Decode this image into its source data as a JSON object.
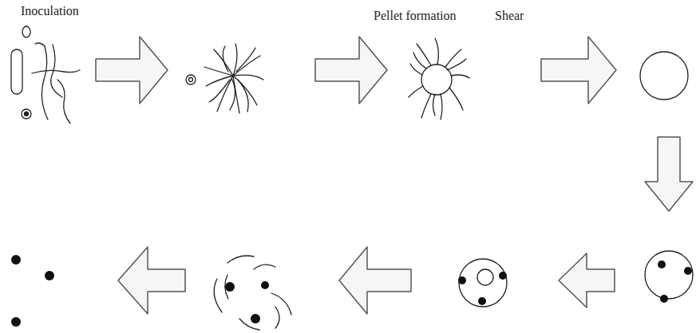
{
  "diagram": {
    "labels": [
      "Inoculation",
      "Pellet formation",
      "Shear"
    ]
  }
}
